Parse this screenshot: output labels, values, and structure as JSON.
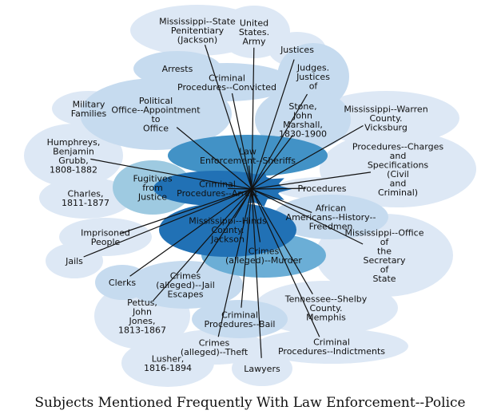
{
  "title": "Subjects Mentioned Frequently With Law Enforcement--Police",
  "colors": {
    "lightest": "#dde8f5",
    "light": "#c6dbef",
    "medium": "#9ecae1",
    "mid": "#6baed6",
    "strong": "#4292c6",
    "darkest": "#2171b5",
    "edge": "#111111"
  },
  "center": {
    "label": "Law Enforcement--Police"
  },
  "nodes": [
    {
      "id": "n1",
      "label": "Mississippi--State Penitentiary (Jackson)",
      "shade": "lightest"
    },
    {
      "id": "n2",
      "label": "United States. Army",
      "shade": "lightest"
    },
    {
      "id": "n3",
      "label": "Justices",
      "shade": "lightest"
    },
    {
      "id": "n4",
      "label": "Judges. Justices of",
      "shade": "light"
    },
    {
      "id": "n5",
      "label": "Arrests",
      "shade": "light"
    },
    {
      "id": "n6",
      "label": "Criminal Procedures--Convicted",
      "shade": "light"
    },
    {
      "id": "n7",
      "label": "Military Families",
      "shade": "lightest"
    },
    {
      "id": "n8",
      "label": "Political Office--Appointment to Office",
      "shade": "light"
    },
    {
      "id": "n9",
      "label": "Stone, John Marshall, 1830-1900",
      "shade": "light"
    },
    {
      "id": "n10",
      "label": "Mississippi--Warren County. Vicksburg",
      "shade": "lightest"
    },
    {
      "id": "n11",
      "label": "Humphreys, Benjamin Grubb, 1808-1882",
      "shade": "lightest"
    },
    {
      "id": "n12",
      "label": "Law Enforcement--Sheriffs",
      "shade": "strong"
    },
    {
      "id": "n13",
      "label": "Criminal Procedures--Charges and Specifications (Civil and Criminal)",
      "shade": "lightest"
    },
    {
      "id": "n14",
      "label": "Charles, 1811-1877",
      "shade": "lightest"
    },
    {
      "id": "n15",
      "label": "Fugitives from Justice",
      "shade": "medium"
    },
    {
      "id": "n16",
      "label": "Criminal Procedures--Arrest",
      "shade": "darkest"
    },
    {
      "id": "n17",
      "label": "Criminal Procedures",
      "shade": "lightest"
    },
    {
      "id": "n18",
      "label": "African Americans--History--Freedmen",
      "shade": "light"
    },
    {
      "id": "n19",
      "label": "Mississippi--Hinds County. Jackson",
      "shade": "darkest"
    },
    {
      "id": "n20",
      "label": "Imprisoned People",
      "shade": "lightest"
    },
    {
      "id": "n21",
      "label": "Mississippi--Office of the Secretary of State",
      "shade": "lightest"
    },
    {
      "id": "n22",
      "label": "Crimes (alleged)--Murder",
      "shade": "mid"
    },
    {
      "id": "n23",
      "label": "Jails",
      "shade": "lightest"
    },
    {
      "id": "n24",
      "label": "Clerks",
      "shade": "light"
    },
    {
      "id": "n25",
      "label": "Crimes (alleged)--Jail Escapes",
      "shade": "light"
    },
    {
      "id": "n26",
      "label": "Pettus, John Jones, 1813-1867",
      "shade": "lightest"
    },
    {
      "id": "n27",
      "label": "Tennessee--Shelby County. Memphis",
      "shade": "lightest"
    },
    {
      "id": "n28",
      "label": "Criminal Procedures--Bail",
      "shade": "light"
    },
    {
      "id": "n29",
      "label": "Lusher, 1816-1894",
      "shade": "lightest"
    },
    {
      "id": "n30",
      "label": "Crimes (alleged)--Theft",
      "shade": "lightest"
    },
    {
      "id": "n31",
      "label": "Criminal Procedures--Indictments",
      "shade": "lightest"
    },
    {
      "id": "n32",
      "label": "Lawyers",
      "shade": "lightest"
    }
  ]
}
